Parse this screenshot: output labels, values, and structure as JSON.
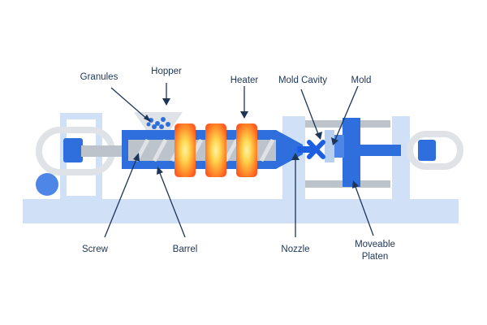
{
  "labels": {
    "granules": "Granules",
    "hopper": "Hopper",
    "heater": "Heater",
    "mold_cavity": "Mold Cavity",
    "mold": "Mold",
    "screw": "Screw",
    "barrel": "Barrel",
    "nozzle": "Nozzle",
    "platen_line1": "Moveable",
    "platen_line2": "Platen"
  },
  "colors": {
    "frame_light": "#cfe0f7",
    "frame_mid": "#b9cfee",
    "gray_light": "#dfe3e8",
    "gray_mid": "#bcc3cb",
    "blue_primary": "#2f6fdd",
    "blue_bright": "#1c5fe0",
    "heater_outer": "#ff5a1f",
    "heater_inner": "#ffd44d",
    "label_text": "#1d3557",
    "leader_line": "#1d3557"
  },
  "icons": {
    "heater_bands": "heater-band-icon",
    "granules": "granule-icon",
    "mold_cavity": "x-cavity-icon",
    "screw": "screw-thread-icon"
  }
}
